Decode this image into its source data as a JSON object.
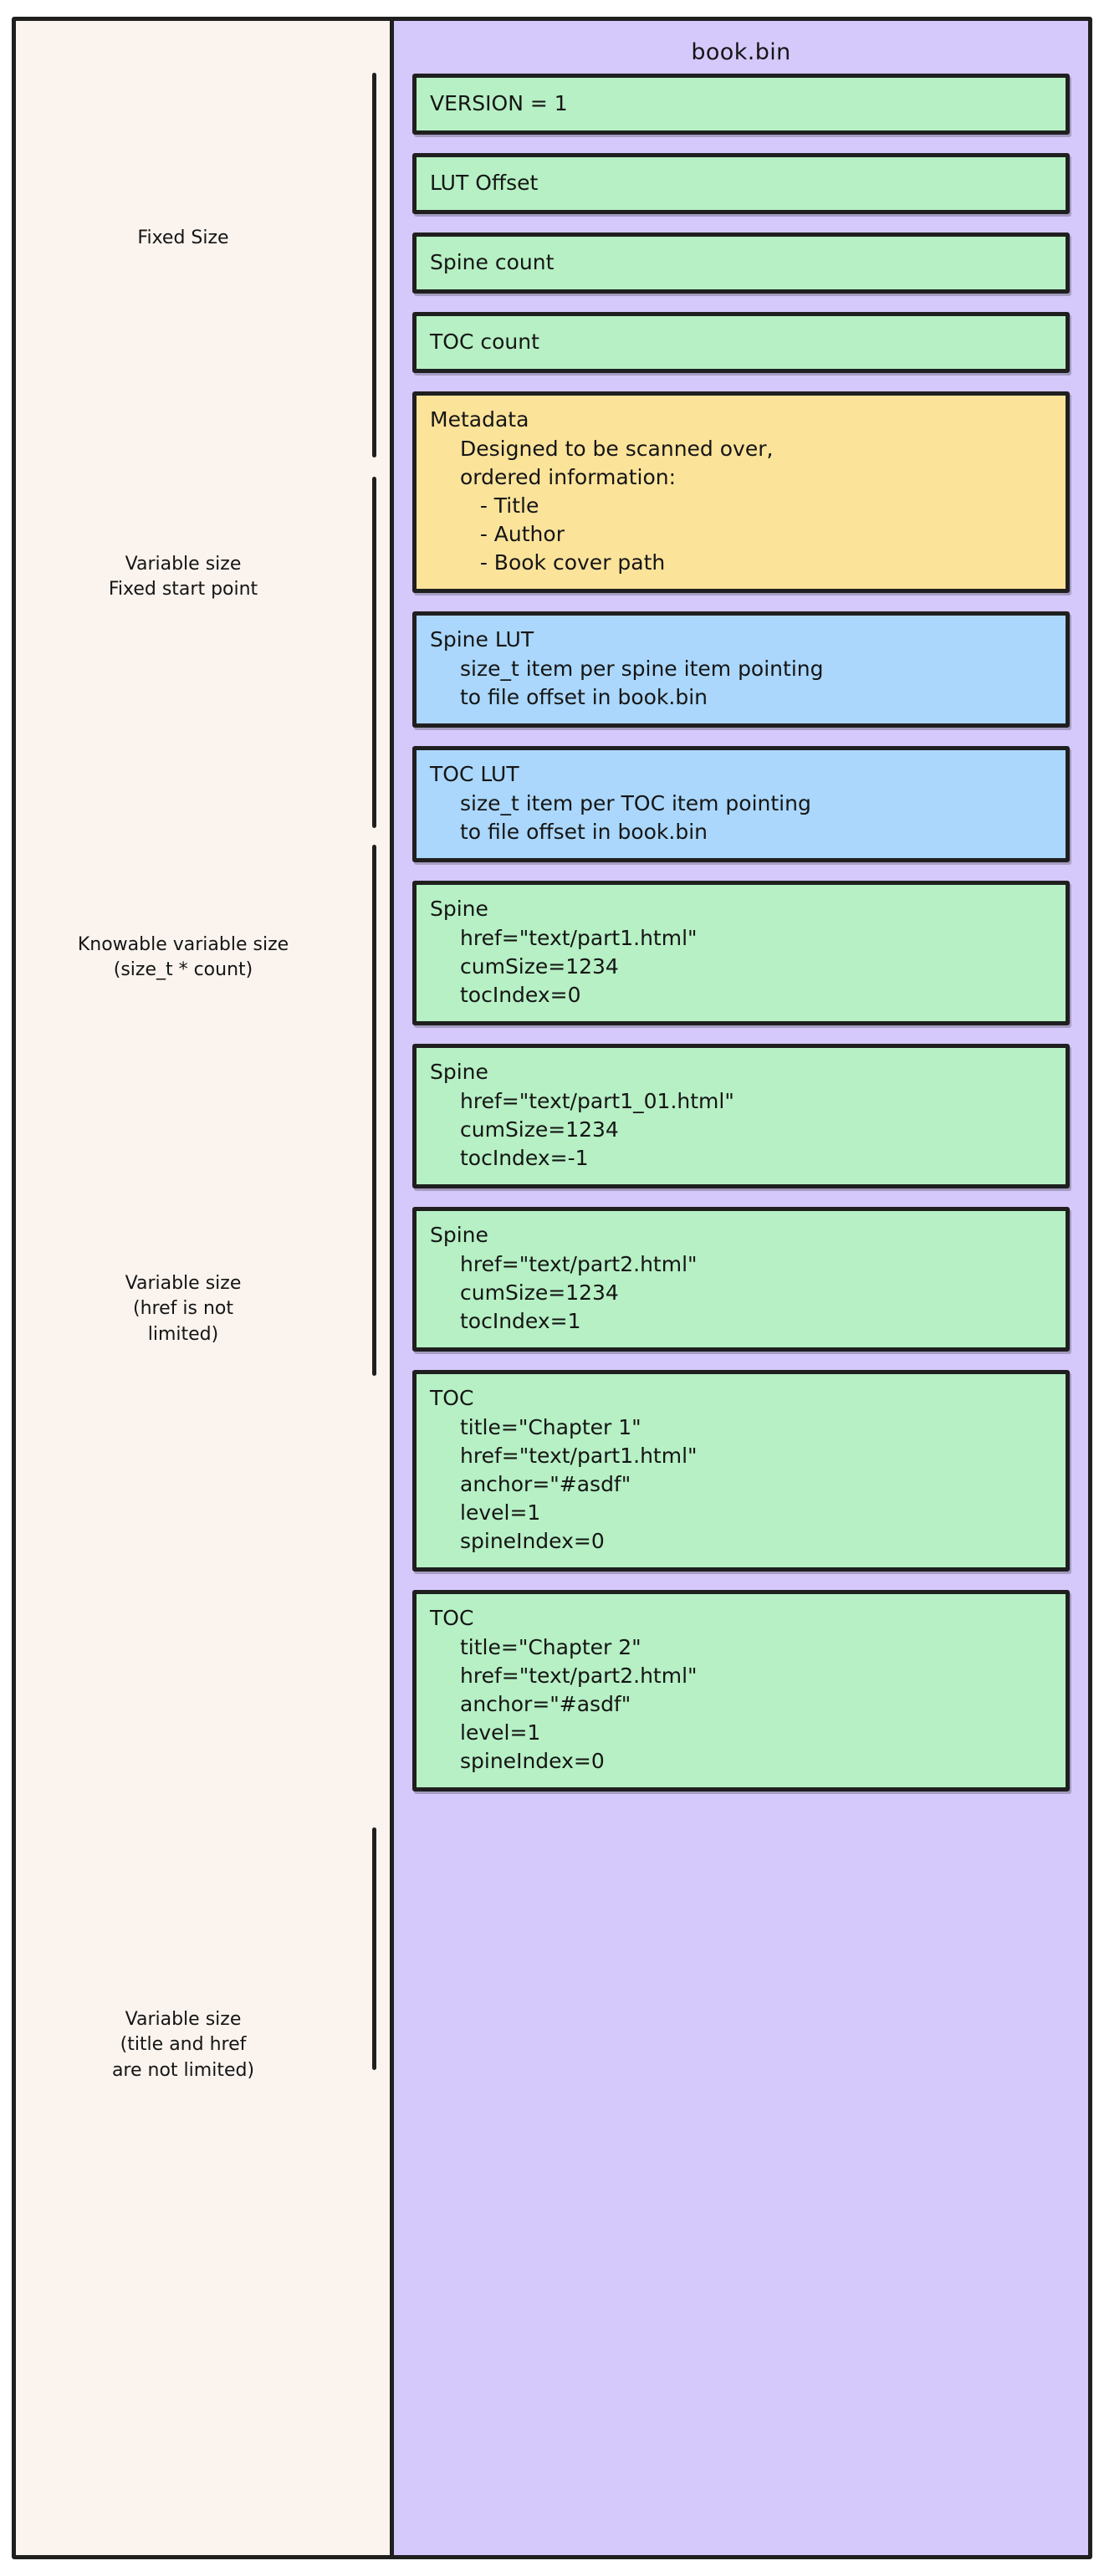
{
  "diagram": {
    "file_title": "book.bin",
    "left_annotations": [
      {
        "text": "Fixed Size"
      },
      {
        "text": "Variable size\nFixed start point"
      },
      {
        "text": "Knowable variable size\n(size_t * count)"
      },
      {
        "text": "Variable size\n(href is not\nlimited)"
      },
      {
        "text": "Variable size\n(title and href\nare not limited)"
      }
    ],
    "blocks": [
      {
        "color": "green",
        "title": "VERSION = 1",
        "lines": []
      },
      {
        "color": "green",
        "title": "LUT Offset",
        "lines": []
      },
      {
        "color": "green",
        "title": "Spine count",
        "lines": []
      },
      {
        "color": "green",
        "title": "TOC count",
        "lines": []
      },
      {
        "color": "yellow",
        "title": "Metadata",
        "lines": [
          "Designed to be scanned over,",
          "ordered information:",
          "   - Title",
          "   - Author",
          "   - Book cover path"
        ]
      },
      {
        "color": "blue",
        "title": "Spine LUT",
        "lines": [
          "size_t item per spine item pointing",
          "to file offset in book.bin"
        ]
      },
      {
        "color": "blue",
        "title": "TOC LUT",
        "lines": [
          "size_t item per TOC item pointing",
          "to file offset in book.bin"
        ]
      },
      {
        "color": "green",
        "title": "Spine",
        "lines": [
          "href=\"text/part1.html\"",
          "cumSize=1234",
          "tocIndex=0"
        ]
      },
      {
        "color": "green",
        "title": "Spine",
        "lines": [
          "href=\"text/part1_01.html\"",
          "cumSize=1234",
          "tocIndex=-1"
        ]
      },
      {
        "color": "green",
        "title": "Spine",
        "lines": [
          "href=\"text/part2.html\"",
          "cumSize=1234",
          "tocIndex=1"
        ]
      },
      {
        "color": "green",
        "title": "TOC",
        "lines": [
          "title=\"Chapter 1\"",
          "href=\"text/part1.html\"",
          "anchor=\"#asdf\"",
          "level=1",
          "spineIndex=0"
        ]
      },
      {
        "color": "green",
        "title": "TOC",
        "lines": [
          "title=\"Chapter 2\"",
          "href=\"text/part2.html\"",
          "anchor=\"#asdf\"",
          "level=1",
          "spineIndex=0"
        ]
      }
    ],
    "colors": {
      "background": "#faf3ee",
      "container": "#d5c8fb",
      "green": "#b6f0c4",
      "yellow": "#fbe39a",
      "blue": "#aad7fb",
      "stroke": "#1f1f1f"
    }
  }
}
